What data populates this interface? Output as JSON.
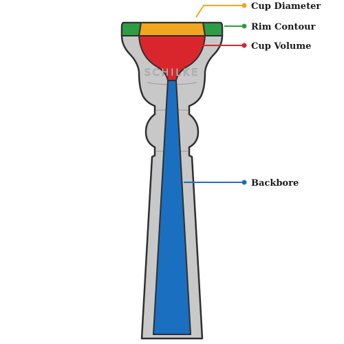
{
  "brand": "SCHILKE",
  "colors": {
    "cup_diameter": "#F2A51E",
    "rim_contour": "#2E9B45",
    "cup_volume": "#D9262C",
    "backbore": "#1A6FC1",
    "body_fill": "#C8C8C8",
    "outline": "#2F2F2F"
  },
  "labels": {
    "cup_diameter": "Cup Diameter",
    "rim_contour": "Rim Contour",
    "cup_volume": "Cup Volume",
    "backbore": "Backbore"
  }
}
